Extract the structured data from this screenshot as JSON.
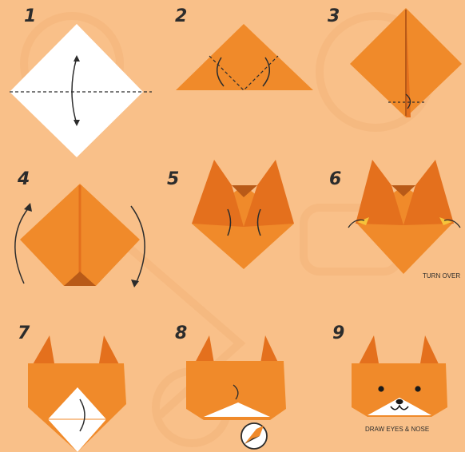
{
  "steps": [
    {
      "number": "1"
    },
    {
      "number": "2"
    },
    {
      "number": "3"
    },
    {
      "number": "4"
    },
    {
      "number": "5"
    },
    {
      "number": "6",
      "caption": "TURN OVER"
    },
    {
      "number": "7"
    },
    {
      "number": "8"
    },
    {
      "number": "9",
      "caption": "DRAW EYES & NOSE"
    }
  ],
  "colors": {
    "background": "#f9c089",
    "paper_orange": "#f08a2a",
    "paper_dark": "#e4701d",
    "paper_shadow": "#b85a18",
    "paper_white": "#ffffff",
    "ink": "#2c2c2c"
  },
  "logo_icon": "compass-logo-icon"
}
